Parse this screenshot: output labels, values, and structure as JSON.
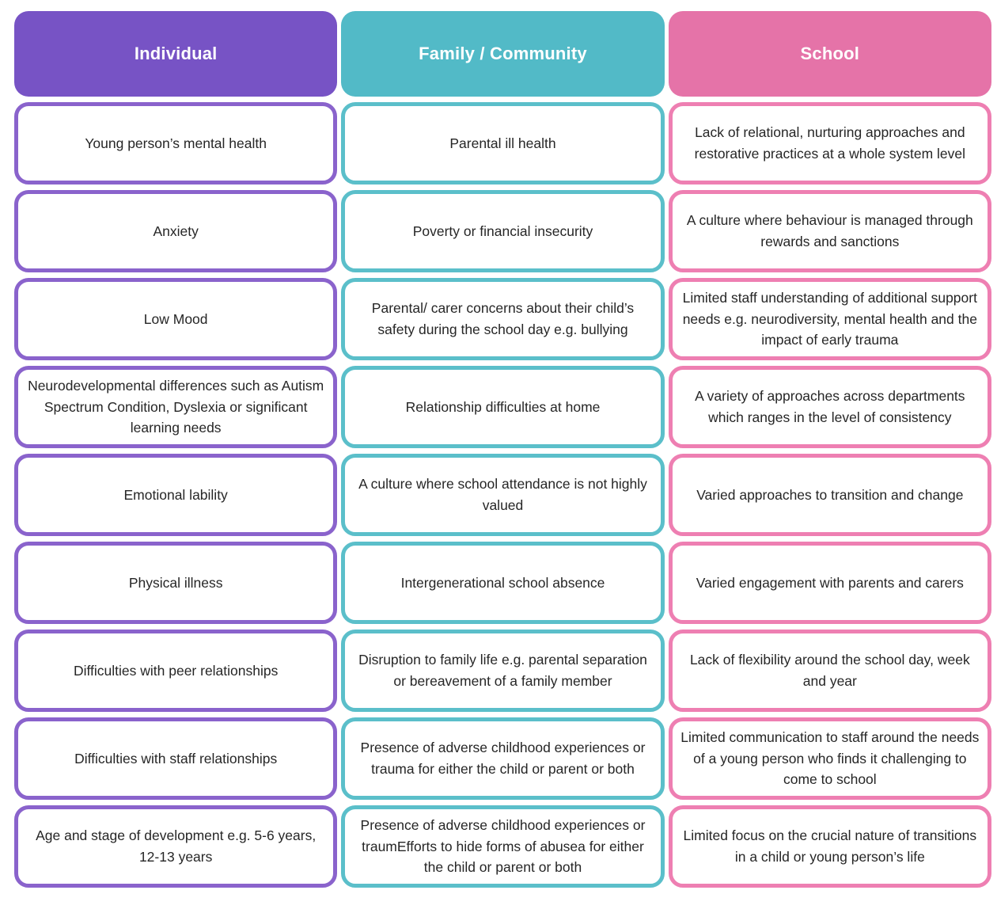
{
  "page": {
    "background": "#ffffff",
    "text_color": "#262626"
  },
  "columns": [
    {
      "id": "individual",
      "header": "Individual",
      "header_bg": "#7753c5",
      "border_color": "#8a63cc",
      "cells": [
        "Young person’s mental health",
        "Anxiety",
        "Low Mood",
        "Neurodevelopmental differences such as Autism Spectrum Condition, Dyslexia or significant learning needs",
        "Emotional lability",
        "Physical illness",
        "Difficulties with peer relationships",
        "Difficulties with staff relationships",
        "Age and stage of development e.g. 5-6 years, 12-13 years"
      ]
    },
    {
      "id": "family-community",
      "header": "Family / Community",
      "header_bg": "#52bac7",
      "border_color": "#5bbfca",
      "cells": [
        "Parental ill health",
        "Poverty or financial insecurity",
        "Parental/ carer concerns about their child’s safety during the school day e.g. bullying",
        "Relationship difficulties at home",
        "A culture where school attendance is not highly valued",
        "Intergenerational school absence",
        "Disruption to family life e.g. parental separation or bereavement of a family member",
        "Presence of adverse childhood experiences or trauma for either the child or parent or both",
        "Presence of adverse childhood experiences or traumEfforts to hide forms of abusea for either the child or parent or both"
      ]
    },
    {
      "id": "school",
      "header": "School",
      "header_bg": "#e573a8",
      "border_color": "#ee7fb2",
      "cells": [
        "Lack of relational, nurturing approaches and restorative practices at a whole system level",
        "A culture where behaviour is managed through rewards and sanctions",
        "Limited staff understanding of additional support needs e.g. neurodiversity, mental health and the impact of early trauma",
        "A variety of approaches across departments which ranges in the level of consistency",
        "Varied approaches to transition and change",
        "Varied engagement with parents and carers",
        "Lack of flexibility around the school day, week and year",
        "Limited communication to staff around the needs of a young person who finds it challenging to come to school",
        "Limited focus on the crucial nature of transitions in a child or young person’s life"
      ]
    }
  ]
}
